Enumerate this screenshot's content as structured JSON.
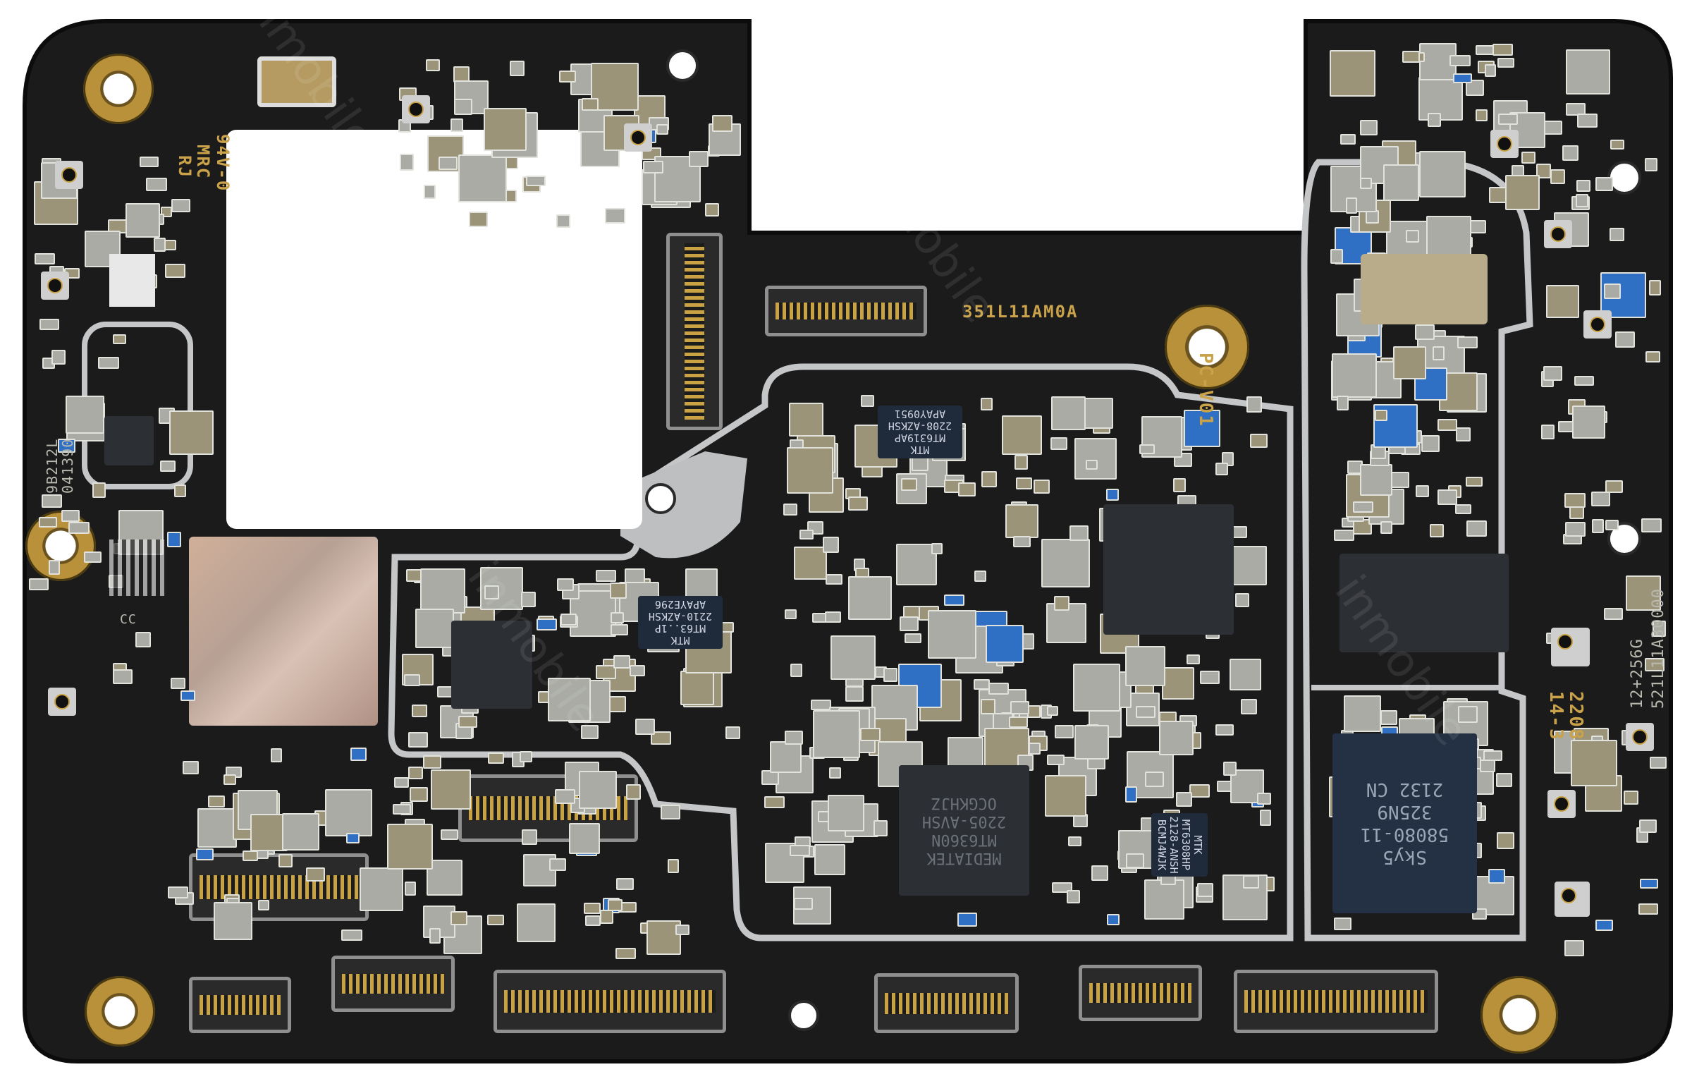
{
  "silkscreen": {
    "board_code": "351L11AM0A",
    "version": "PC-V01",
    "flammability": "94V-0",
    "maker_mark": "MRC",
    "ul_mark": "RJ",
    "lot_line1": "9B212L",
    "lot_line2": "041390",
    "date_line1": "2208",
    "date_line2": "14-3",
    "memory": "12+256G",
    "part_number": "521L11A30000",
    "cc_mark": "CC"
  },
  "chips": [
    {
      "id": "pmic-top",
      "lines": [
        "MTK",
        "MT6319AP",
        "2208-AZKSH",
        "APAY0951"
      ]
    },
    {
      "id": "pmic-left",
      "lines": [
        "MTK",
        "MT63..1P",
        "2210-AZKSH",
        "APAYE296"
      ]
    },
    {
      "id": "pmic-right",
      "lines": [
        "MTK",
        "MT6308HP",
        "2128-ANSH",
        "BCMJ4WJK"
      ]
    },
    {
      "id": "mediatek",
      "lines": [
        "MEDIATEK",
        "MT6360N",
        "2205-AVSH",
        "OCGKHJZ"
      ]
    },
    {
      "id": "skyworks",
      "lines": [
        "Sky5",
        "58080-11",
        "325N9",
        "2132 CN"
      ]
    }
  ],
  "watermark": "inmobile",
  "colors": {
    "pcb": "#1b1b1b",
    "gold": "#c8a243",
    "shield": "#c4c6c8"
  }
}
